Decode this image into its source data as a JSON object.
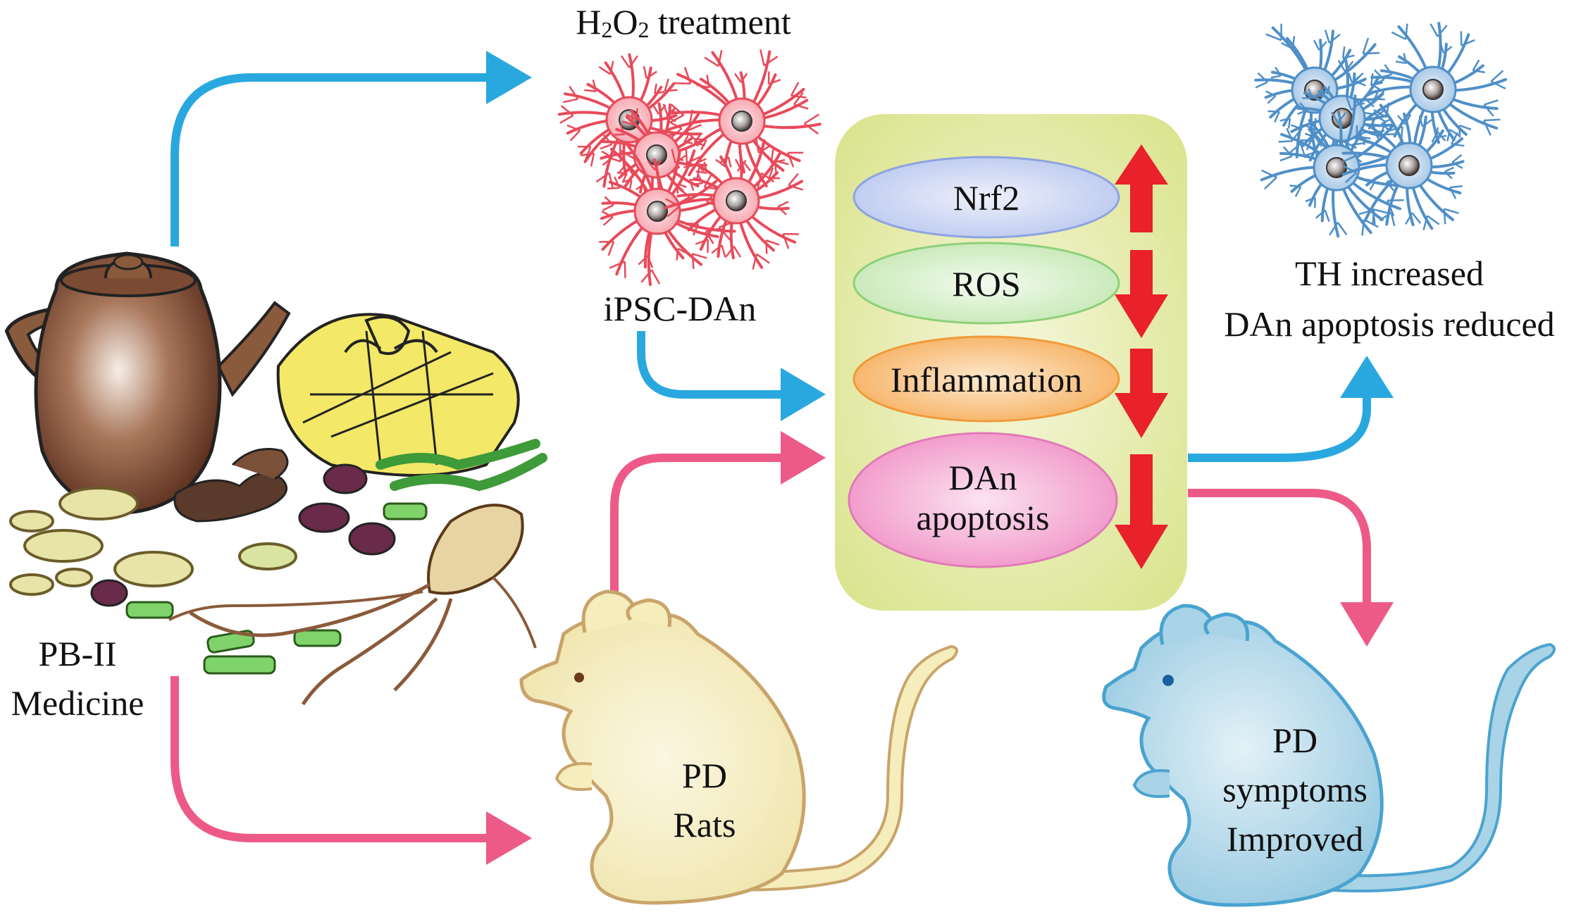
{
  "medicine": {
    "line1": "PB-II",
    "line2": "Medicine"
  },
  "cells_top": {
    "title": "H2O2 treatment",
    "title_h": "H",
    "title_sub1": "2",
    "title_o": "O",
    "title_sub2": "2",
    "title_rest": " treatment",
    "label": "iPSC-DAn"
  },
  "pathway": {
    "items": [
      {
        "label": "Nrf2",
        "direction": "up"
      },
      {
        "label": "ROS",
        "direction": "down"
      },
      {
        "label": "Inflammation",
        "direction": "down"
      },
      {
        "label_line1": "DAn",
        "label_line2": "apoptosis",
        "direction": "down"
      }
    ]
  },
  "outcome_cells": {
    "line1": "TH increased",
    "line2": "DAn apoptosis reduced"
  },
  "pd_rats": {
    "line1": "PD",
    "line2": "Rats"
  },
  "pd_outcome": {
    "line1": "PD",
    "line2": "symptoms",
    "line3": "Improved"
  },
  "colors": {
    "blue_arrow": "#29a8e0",
    "pink_arrow": "#ee5a87",
    "red_arrow": "#e8212a",
    "panel": "#dfe79a",
    "nrf2": "#c9d3f2",
    "ros": "#d6efc8",
    "inflammation": "#f8c27c",
    "apoptosis": "#f4a9d2",
    "rat_yellow": "#f5edbb",
    "rat_blue": "#a9d3e6"
  }
}
